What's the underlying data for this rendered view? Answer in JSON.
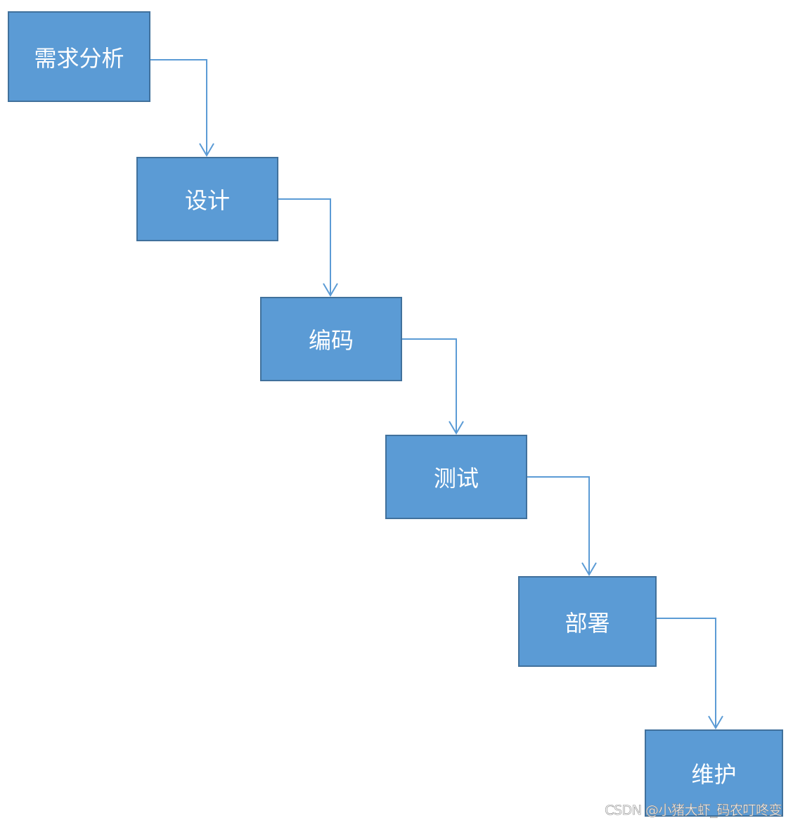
{
  "diagram": {
    "type": "waterfall-flow",
    "colors": {
      "box_fill": "#5b9bd5",
      "box_border": "#41719c",
      "arrow": "#5b9bd5",
      "text": "#ffffff"
    },
    "steps": [
      {
        "label": "需求分析"
      },
      {
        "label": "设计"
      },
      {
        "label": "编码"
      },
      {
        "label": "测试"
      },
      {
        "label": "部署"
      },
      {
        "label": "维护"
      }
    ],
    "edges": [
      {
        "from": "需求分析",
        "to": "设计"
      },
      {
        "from": "设计",
        "to": "编码"
      },
      {
        "from": "编码",
        "to": "测试"
      },
      {
        "from": "测试",
        "to": "部署"
      },
      {
        "from": "部署",
        "to": "维护"
      }
    ]
  },
  "watermark": "CSDN @小猪大虾_码农叮咚变"
}
